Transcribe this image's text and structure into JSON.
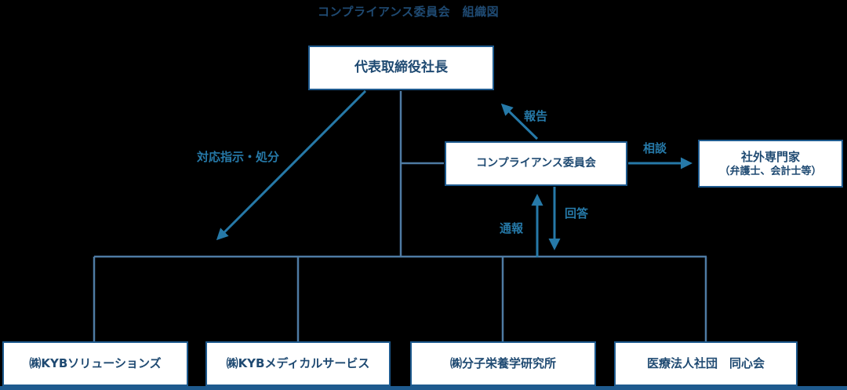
{
  "title": "コンプライアンス委員会　組織図",
  "colors": {
    "background": "#000000",
    "box_border": "#1e5a8e",
    "box_fill": "#ffffff",
    "box_text": "#1f4a72",
    "arrow": "#2679a8",
    "tree_line": "#4e7ba3"
  },
  "boxes": {
    "president": "代表取締役社長",
    "committee": "コンプライアンス委員会",
    "external_line1": "社外専門家",
    "external_line2": "（弁護士、会計士等）",
    "subsidiaries": [
      "㈱KYBソリューションズ",
      "㈱KYBメディカルサービス",
      "㈱分子栄養学研究所",
      "医療法人社団　同心会"
    ]
  },
  "arrow_labels": {
    "report": "報告",
    "consult": "相談",
    "answer": "回答",
    "whistle": "通報",
    "directive": "対応指示・処分"
  },
  "chart_data": {
    "type": "org-chart",
    "title": "コンプライアンス委員会　組織図",
    "nodes": [
      "代表取締役社長",
      "コンプライアンス委員会",
      "社外専門家（弁護士、会計士等）",
      "㈱KYBソリューションズ",
      "㈱KYBメディカルサービス",
      "㈱分子栄養学研究所",
      "医療法人社団　同心会"
    ],
    "edges": [
      {
        "from": "コンプライアンス委員会",
        "to": "代表取締役社長",
        "label": "報告"
      },
      {
        "from": "コンプライアンス委員会",
        "to": "社外専門家（弁護士、会計士等）",
        "label": "相談"
      },
      {
        "from": "コンプライアンス委員会",
        "to": "子会社各社",
        "label": "回答"
      },
      {
        "from": "子会社各社",
        "to": "コンプライアンス委員会",
        "label": "通報"
      },
      {
        "from": "代表取締役社長",
        "to": "子会社各社",
        "label": "対応指示・処分"
      }
    ]
  }
}
